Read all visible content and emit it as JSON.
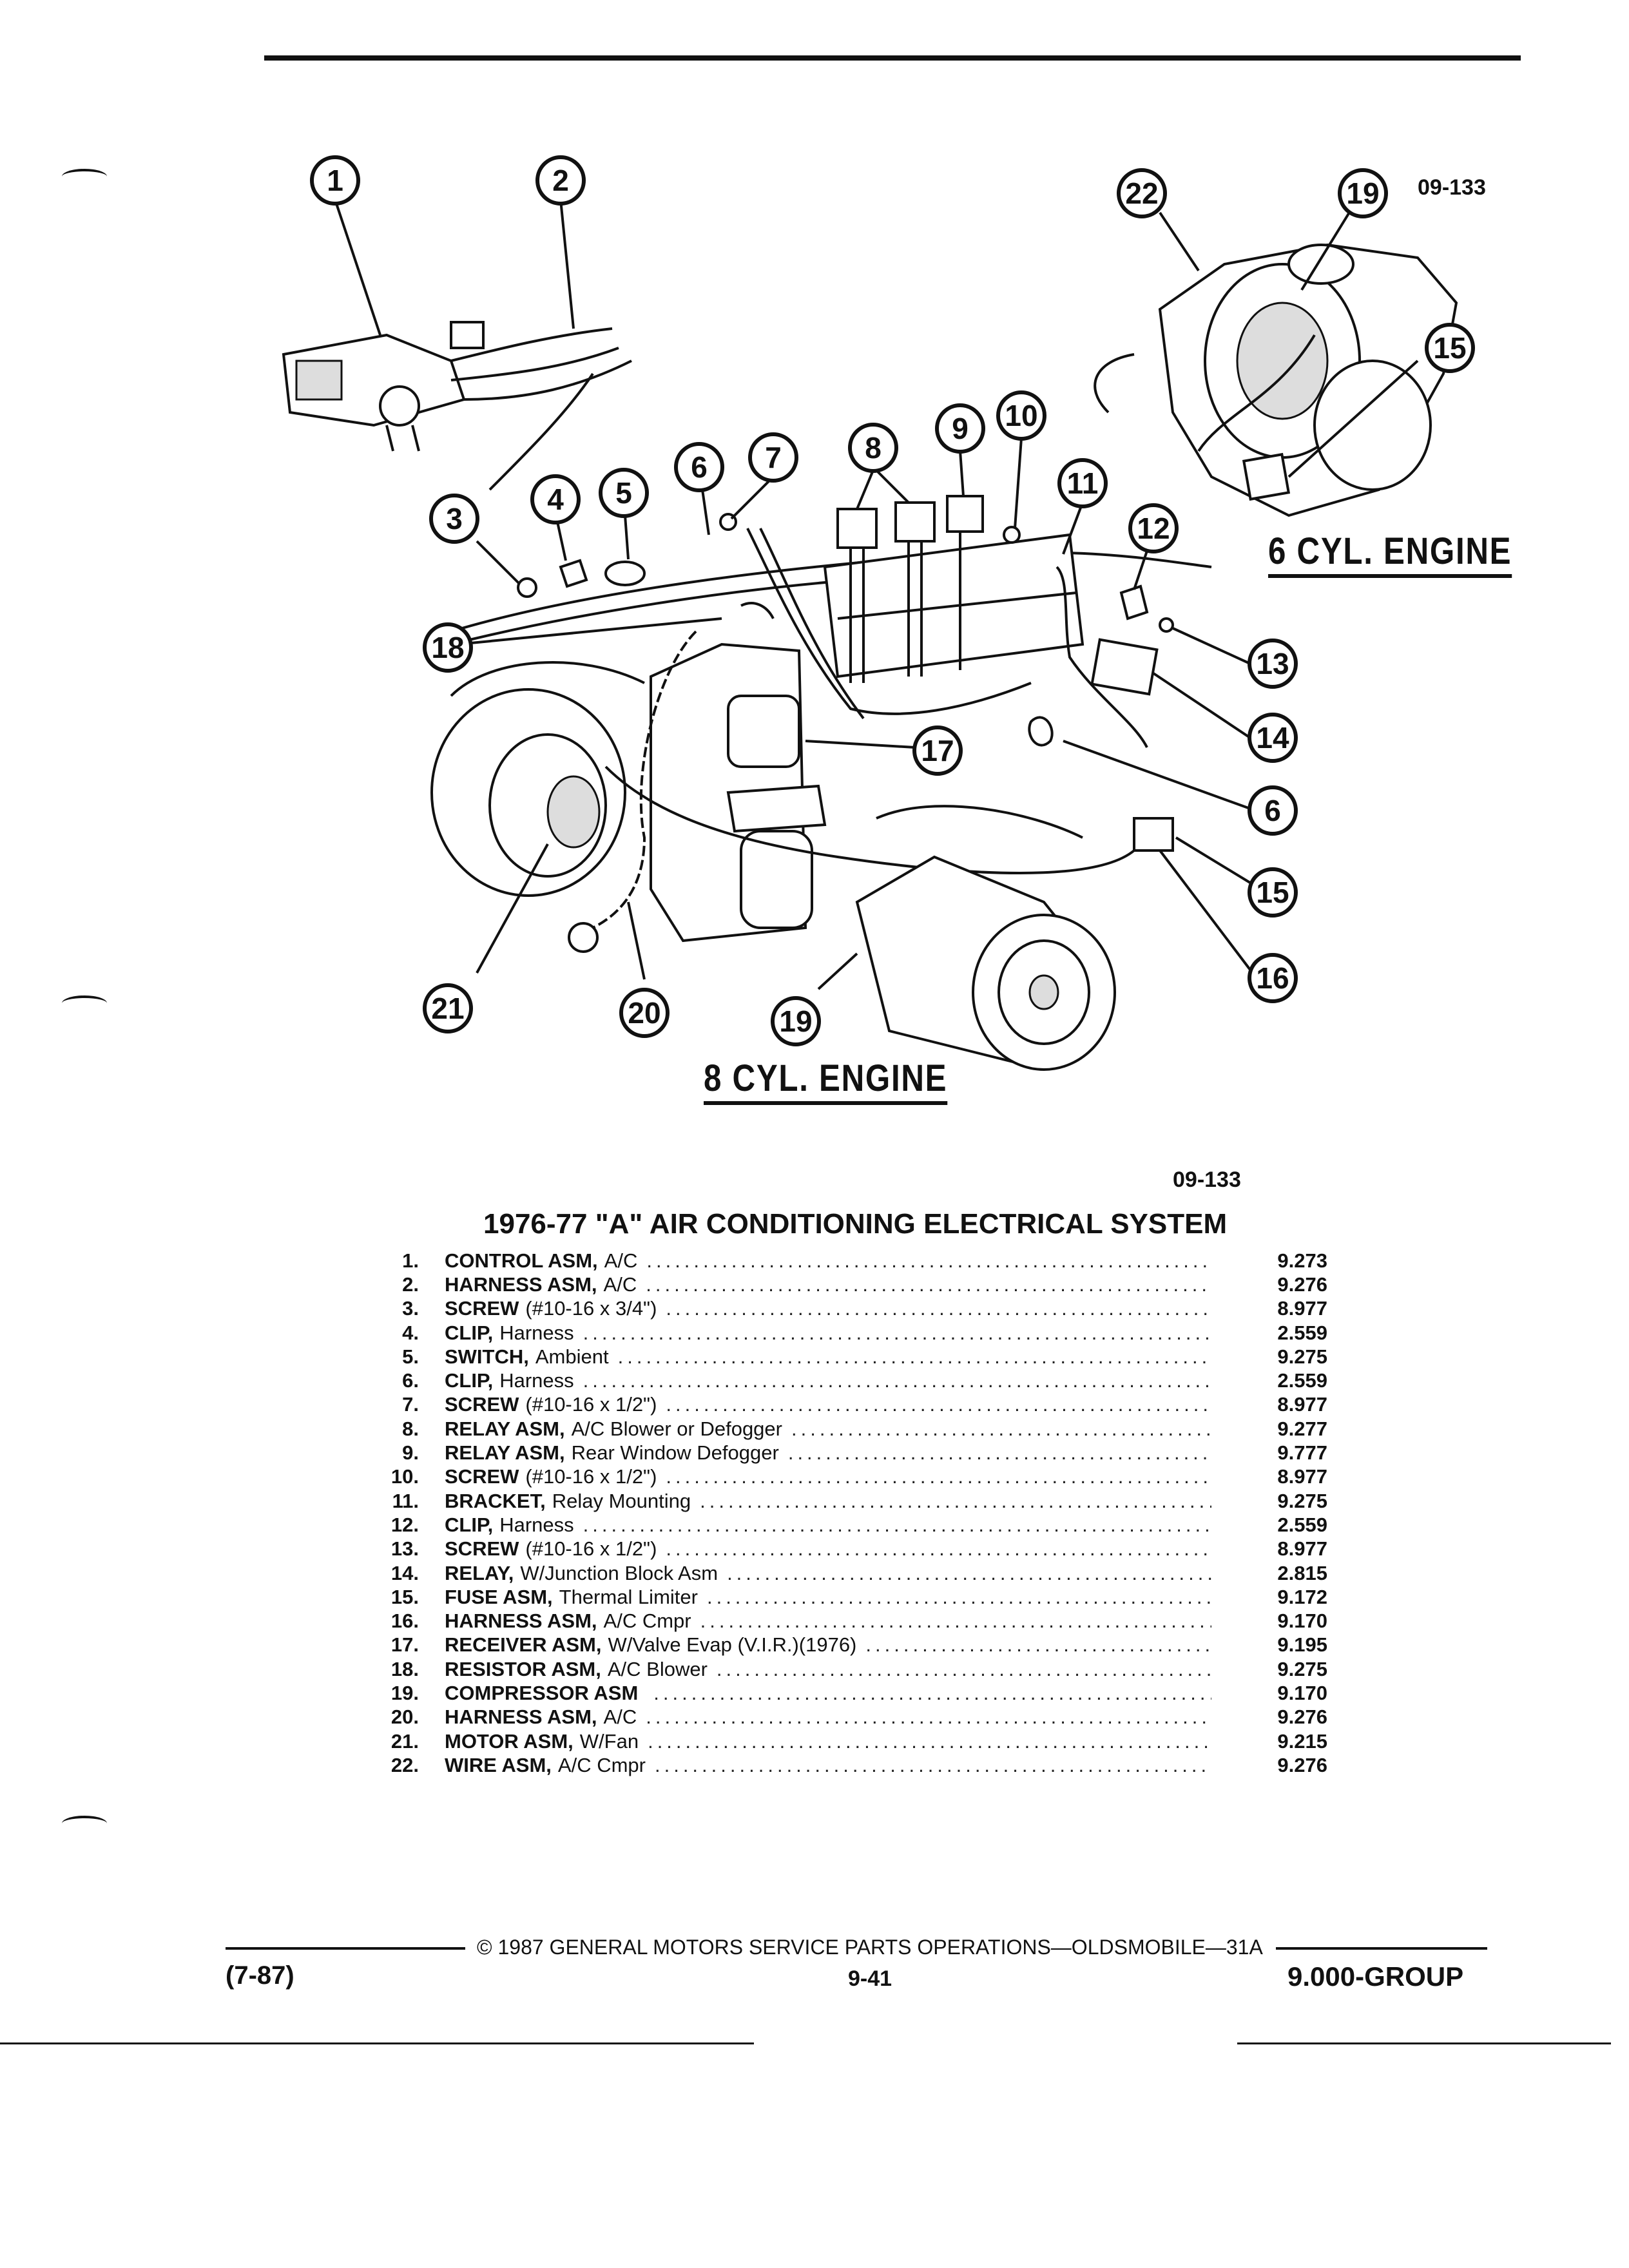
{
  "figure": {
    "code_top": "09-133",
    "code_bottom": "09-133",
    "label_6cyl": "6 CYL. ENGINE",
    "label_8cyl": "8 CYL. ENGINE",
    "callouts": [
      "1",
      "2",
      "3",
      "4",
      "5",
      "6",
      "7",
      "8",
      "9",
      "10",
      "11",
      "12",
      "13",
      "14",
      "15",
      "16",
      "17",
      "18",
      "19",
      "20",
      "21",
      "22"
    ]
  },
  "list": {
    "title": "1976-77 \"A\" AIR CONDITIONING ELECTRICAL SYSTEM",
    "items": [
      {
        "no": "1.",
        "name": "CONTROL ASM,",
        "detail": "A/C",
        "ref": "9.273"
      },
      {
        "no": "2.",
        "name": "HARNESS ASM,",
        "detail": "A/C",
        "ref": "9.276"
      },
      {
        "no": "3.",
        "name": "SCREW",
        "detail": "(#10-16 x 3/4\")",
        "ref": "8.977"
      },
      {
        "no": "4.",
        "name": "CLIP,",
        "detail": "Harness",
        "ref": "2.559"
      },
      {
        "no": "5.",
        "name": "SWITCH,",
        "detail": "Ambient",
        "ref": "9.275"
      },
      {
        "no": "6.",
        "name": "CLIP,",
        "detail": "Harness",
        "ref": "2.559"
      },
      {
        "no": "7.",
        "name": "SCREW",
        "detail": "(#10-16 x 1/2\")",
        "ref": "8.977"
      },
      {
        "no": "8.",
        "name": "RELAY ASM,",
        "detail": "A/C Blower or Defogger",
        "ref": "9.277"
      },
      {
        "no": "9.",
        "name": "RELAY ASM,",
        "detail": "Rear Window Defogger",
        "ref": "9.777"
      },
      {
        "no": "10.",
        "name": "SCREW",
        "detail": "(#10-16 x 1/2\")",
        "ref": "8.977"
      },
      {
        "no": "11.",
        "name": "BRACKET,",
        "detail": "Relay Mounting",
        "ref": "9.275"
      },
      {
        "no": "12.",
        "name": "CLIP,",
        "detail": "Harness",
        "ref": "2.559"
      },
      {
        "no": "13.",
        "name": "SCREW",
        "detail": "(#10-16 x 1/2\")",
        "ref": "8.977"
      },
      {
        "no": "14.",
        "name": "RELAY,",
        "detail": "W/Junction Block Asm",
        "ref": "2.815"
      },
      {
        "no": "15.",
        "name": "FUSE ASM,",
        "detail": "Thermal Limiter",
        "ref": "9.172"
      },
      {
        "no": "16.",
        "name": "HARNESS ASM,",
        "detail": "A/C Cmpr",
        "ref": "9.170"
      },
      {
        "no": "17.",
        "name": "RECEIVER ASM,",
        "detail": "W/Valve Evap (V.I.R.)(1976)",
        "ref": "9.195"
      },
      {
        "no": "18.",
        "name": "RESISTOR ASM,",
        "detail": "A/C Blower",
        "ref": "9.275"
      },
      {
        "no": "19.",
        "name": "COMPRESSOR ASM",
        "detail": "",
        "ref": "9.170"
      },
      {
        "no": "20.",
        "name": "HARNESS ASM,",
        "detail": "A/C",
        "ref": "9.276"
      },
      {
        "no": "21.",
        "name": "MOTOR ASM,",
        "detail": "W/Fan",
        "ref": "9.215"
      },
      {
        "no": "22.",
        "name": "WIRE ASM,",
        "detail": "A/C Cmpr",
        "ref": "9.276"
      }
    ]
  },
  "footer": {
    "copyright": "© 1987 GENERAL MOTORS SERVICE PARTS OPERATIONS—OLDSMOBILE—31A",
    "page": "9-41",
    "date": "(7-87)",
    "group": "9.000-GROUP"
  }
}
